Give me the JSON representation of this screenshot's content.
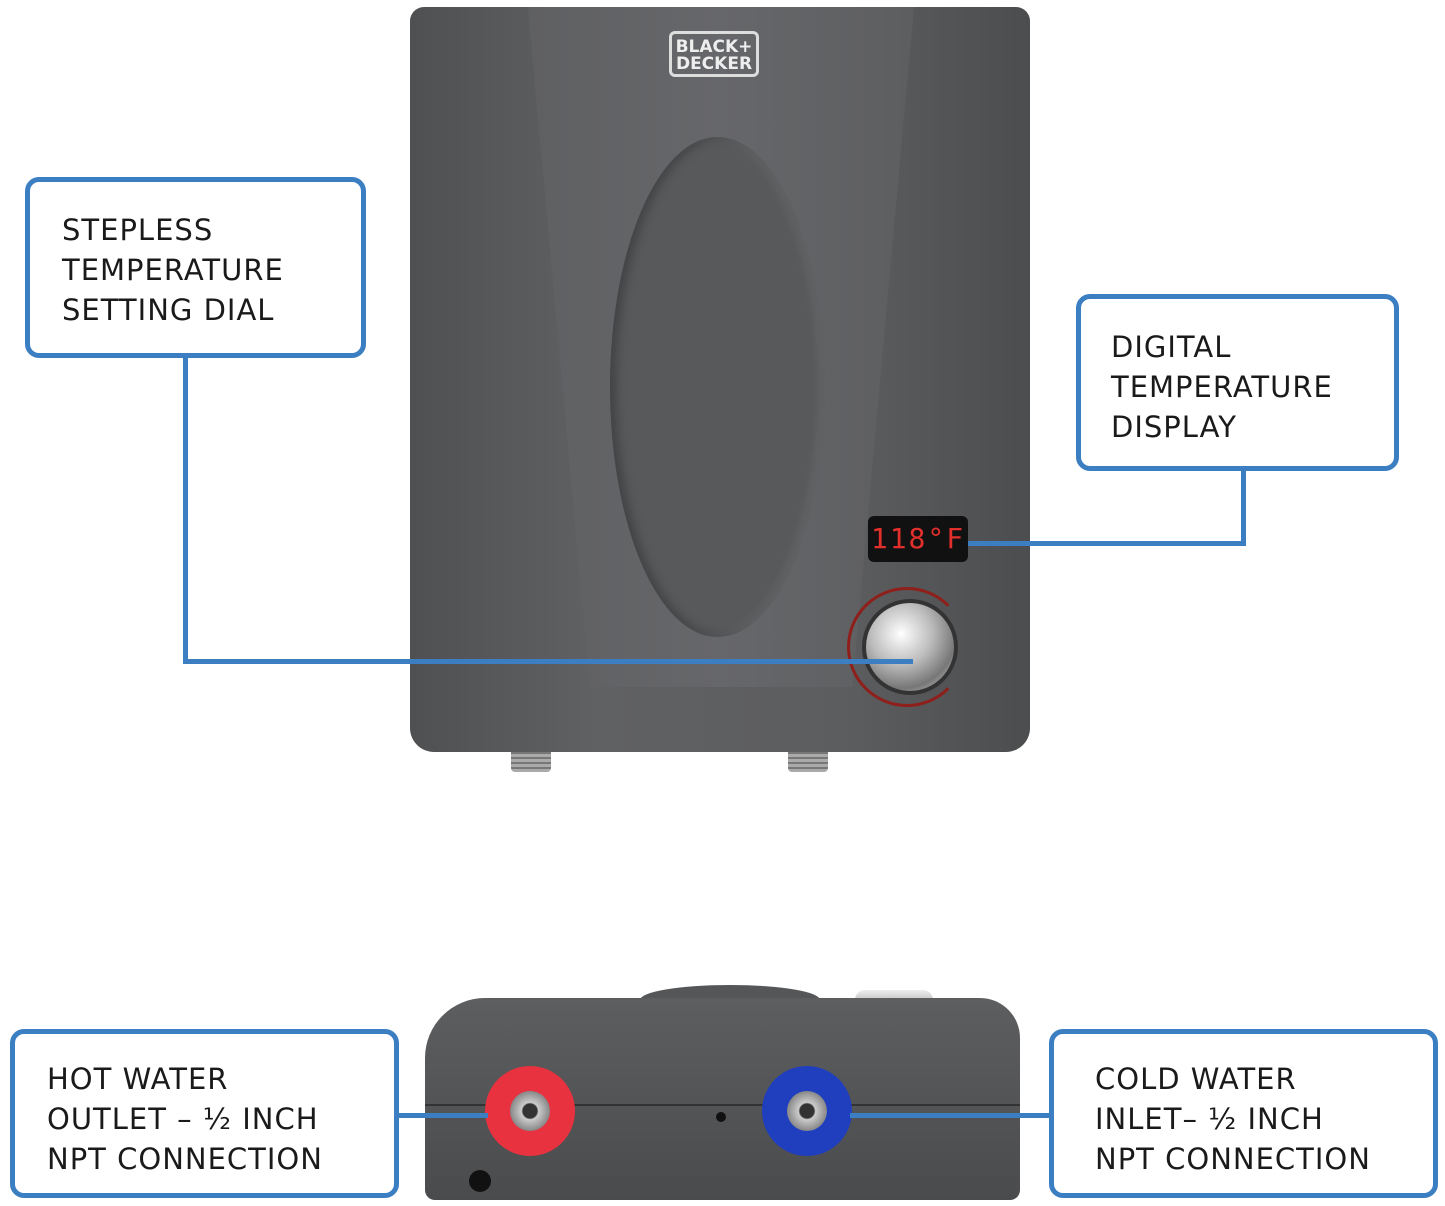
{
  "product": {
    "brand_logo": [
      "BLACK+",
      "DECKER"
    ],
    "display_reading": "118°F"
  },
  "callouts": {
    "dial": [
      "STEPLESS",
      "TEMPERATURE",
      "SETTING DIAL"
    ],
    "display": [
      "DIGITAL",
      "TEMPERATURE",
      "DISPLAY"
    ],
    "hot_outlet": [
      "HOT WATER",
      "OUTLET – ½ INCH",
      "NPT CONNECTION"
    ],
    "cold_inlet": [
      "COLD WATER",
      "INLET– ½ INCH",
      "NPT CONNECTION"
    ]
  },
  "colors": {
    "callout_border": "#3b7fc2",
    "hot_port": "#e8323f",
    "cold_port": "#1f3fbf",
    "display_digits": "#e3302c"
  }
}
